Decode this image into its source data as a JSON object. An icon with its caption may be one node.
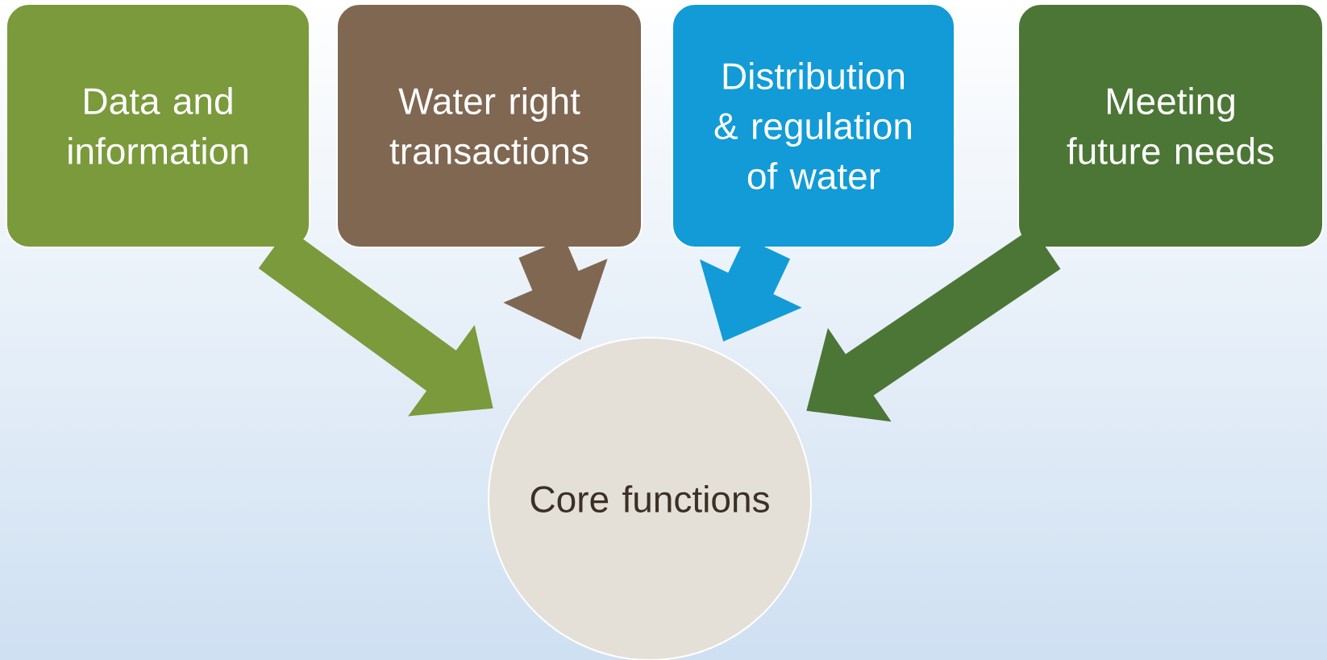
{
  "diagram": {
    "nodes": [
      {
        "text": [
          "Data and information"
        ]
      },
      {
        "text": [
          "Water right transactions"
        ]
      },
      {
        "text": [
          "Distribution & regulation of water"
        ]
      },
      {
        "text": [
          "Meeting future needs"
        ]
      },
      {
        "text": [
          "Core functions"
        ]
      }
    ],
    "edges": [
      {
        "from": 0,
        "to": 4,
        "arrow": "to",
        "color": "#7a9a3c"
      },
      {
        "from": 1,
        "to": 4,
        "arrow": "to",
        "color": "#7f6752"
      },
      {
        "from": 2,
        "to": 4,
        "arrow": "to",
        "color": "#129bd6"
      },
      {
        "from": 3,
        "to": 4,
        "arrow": "to",
        "color": "#4c7636"
      }
    ]
  }
}
